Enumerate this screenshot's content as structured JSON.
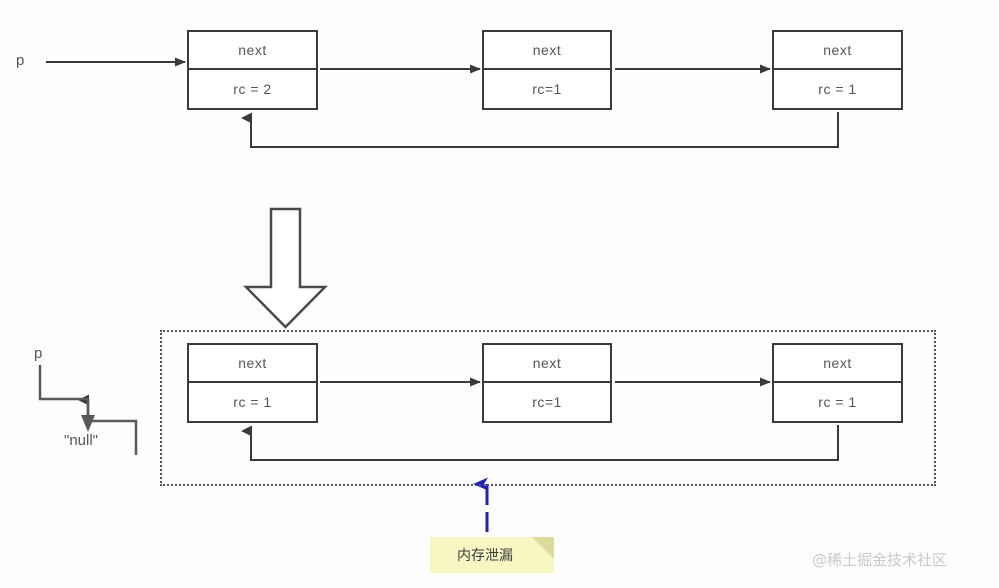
{
  "diagram": {
    "title_text": "",
    "colors": {
      "stroke": "#3a3a3a",
      "text": "#555555",
      "note_bg": "#f7f7c4",
      "note_fold": "#dcdc9a",
      "leak_arrow": "#2020c0",
      "dotted": "#555555",
      "watermark": "#c9c9c9",
      "background": "#fdfdfd"
    },
    "top_section": {
      "pointer_label": "p",
      "nodes": [
        {
          "next_label": "next",
          "rc_label": "rc = 2"
        },
        {
          "next_label": "next",
          "rc_label": "rc=1"
        },
        {
          "next_label": "next",
          "rc_label": "rc = 1"
        }
      ]
    },
    "transition": {
      "icon": "block-down-arrow"
    },
    "bottom_section": {
      "pointer_label": "p",
      "null_label": "\"null\"",
      "nodes": [
        {
          "next_label": "next",
          "rc_label": "rc = 1"
        },
        {
          "next_label": "next",
          "rc_label": "rc=1"
        },
        {
          "next_label": "next",
          "rc_label": "rc = 1"
        }
      ]
    },
    "annotation": {
      "leak_label": "内存泄漏"
    },
    "watermark": "@稀土掘金技术社区"
  }
}
